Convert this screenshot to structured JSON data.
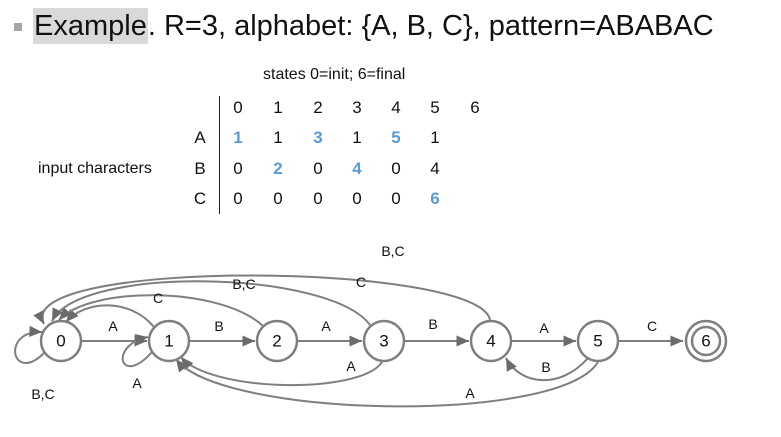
{
  "title": {
    "highlighted": "Example",
    "rest": ". R=3, alphabet: {A, B, C}, pattern=ABABAC"
  },
  "table": {
    "states_caption": "states 0=init; 6=final",
    "input_caption": "input characters",
    "columns": [
      "0",
      "1",
      "2",
      "3",
      "4",
      "5",
      "6"
    ],
    "rows": [
      {
        "label": "A",
        "values": [
          "1",
          "1",
          "3",
          "1",
          "5",
          "1"
        ],
        "highlight_col": 0
      },
      {
        "label": "B",
        "values": [
          "0",
          "2",
          "0",
          "4",
          "0",
          "4"
        ],
        "highlight_col": 1
      },
      {
        "label": "C",
        "values": [
          "0",
          "0",
          "0",
          "0",
          "0",
          "6"
        ],
        "highlight_col": 5
      }
    ],
    "highlight_color": "#5b9bd5"
  },
  "diagram": {
    "states": [
      "0",
      "1",
      "2",
      "3",
      "4",
      "5",
      "6"
    ],
    "final_state": "6",
    "edge_labels": {
      "s0_s1": "A",
      "s1_s2": "B",
      "s2_s3": "A",
      "s3_s4": "B",
      "s4_s5": "A",
      "s5_s6": "C",
      "s0_loop": "B,C",
      "s1_loop": "A",
      "s1_s0": "C",
      "s2_s0": "B,C",
      "s3_s0": "C",
      "s4_s0": "B,C",
      "s3_s1": "A",
      "s5_s1": "A",
      "s5_s4": "B"
    }
  }
}
